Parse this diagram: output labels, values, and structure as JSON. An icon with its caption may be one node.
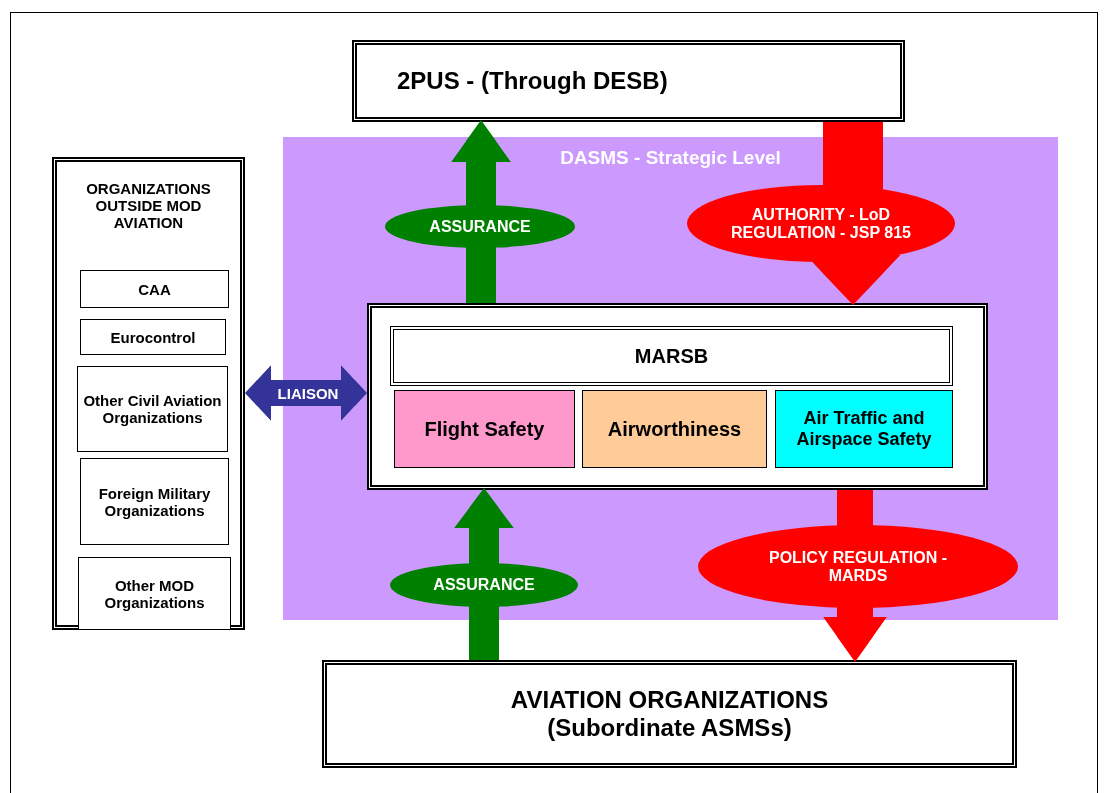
{
  "diagram": {
    "nodes": [
      {
        "text": [
          "2PUS - (Through DESB)"
        ]
      },
      {
        "text": [
          "DASMS - Strategic Level"
        ]
      },
      {
        "text": [
          "MARSB"
        ],
        "in": 1
      },
      {
        "text": [
          "Flight Safety"
        ],
        "in": 2
      },
      {
        "text": [
          "Airworthiness"
        ],
        "in": 2
      },
      {
        "text": [
          "Air Traffic and Airspace Safety"
        ],
        "in": 2
      },
      {
        "text": [
          "ORGANIZATIONS OUTSIDE MOD AVIATION"
        ]
      },
      {
        "text": [
          "CAA"
        ],
        "in": 6
      },
      {
        "text": [
          "Eurocontrol"
        ],
        "in": 6
      },
      {
        "text": [
          "Other Civil Aviation Organizations"
        ],
        "in": 6
      },
      {
        "text": [
          "Foreign Military Organizations"
        ],
        "in": 6
      },
      {
        "text": [
          "Other MOD Organizations"
        ],
        "in": 6
      },
      {
        "text": [
          "AVIATION ORGANIZATIONS",
          "(Subordinate ASMSs)"
        ]
      }
    ],
    "edges": [
      {
        "from": 2,
        "to": 0,
        "arrow": "to",
        "label": "ASSURANCE",
        "color": "#008000"
      },
      {
        "from": 0,
        "to": 2,
        "arrow": "to",
        "label": "AUTHORITY - LoD REGULATION - JSP 815",
        "style": "thick",
        "color": "#ff0000"
      },
      {
        "from": 6,
        "to": 2,
        "arrow": "both",
        "label": "LIAISON",
        "color": "#333399"
      },
      {
        "from": 12,
        "to": 2,
        "arrow": "to",
        "label": "ASSURANCE",
        "color": "#008000"
      },
      {
        "from": 2,
        "to": 12,
        "arrow": "to",
        "label": "POLICY REGULATION - MARDS",
        "color": "#ff0000"
      }
    ]
  }
}
